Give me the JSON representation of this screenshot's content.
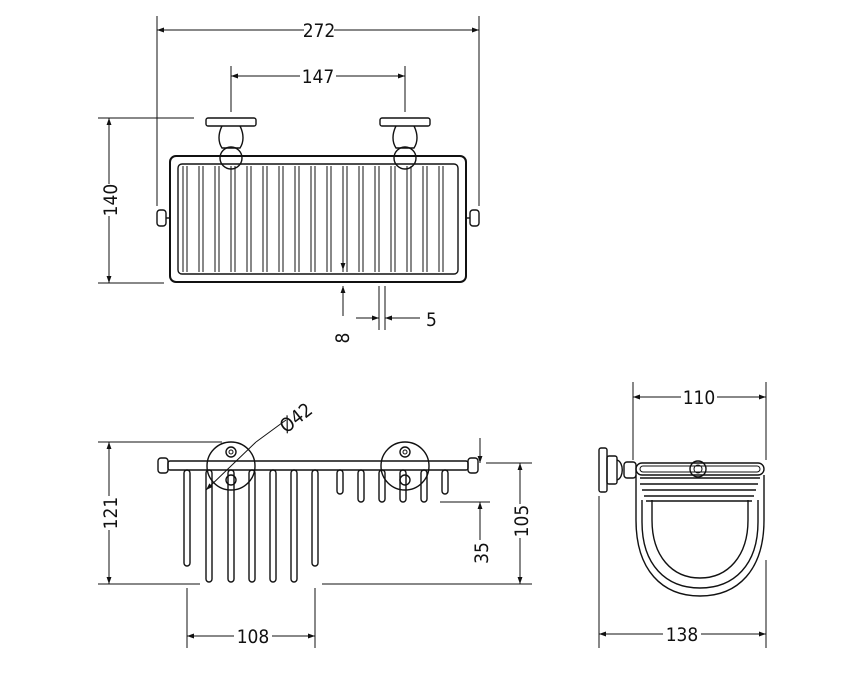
{
  "colors": {
    "line": "#111111",
    "background": "#ffffff"
  },
  "top_view": {
    "overall_width": "272",
    "mount_spacing": "147",
    "height": "140",
    "wire_spacing": "8",
    "wire_gap": "5"
  },
  "front_view": {
    "flange_diameter": "Ø42",
    "overall_height": "121",
    "basket_depth": "105",
    "rail_offset": "35",
    "basket_length": "108"
  },
  "side_view": {
    "basket_width": "110",
    "overall_projection": "138"
  }
}
